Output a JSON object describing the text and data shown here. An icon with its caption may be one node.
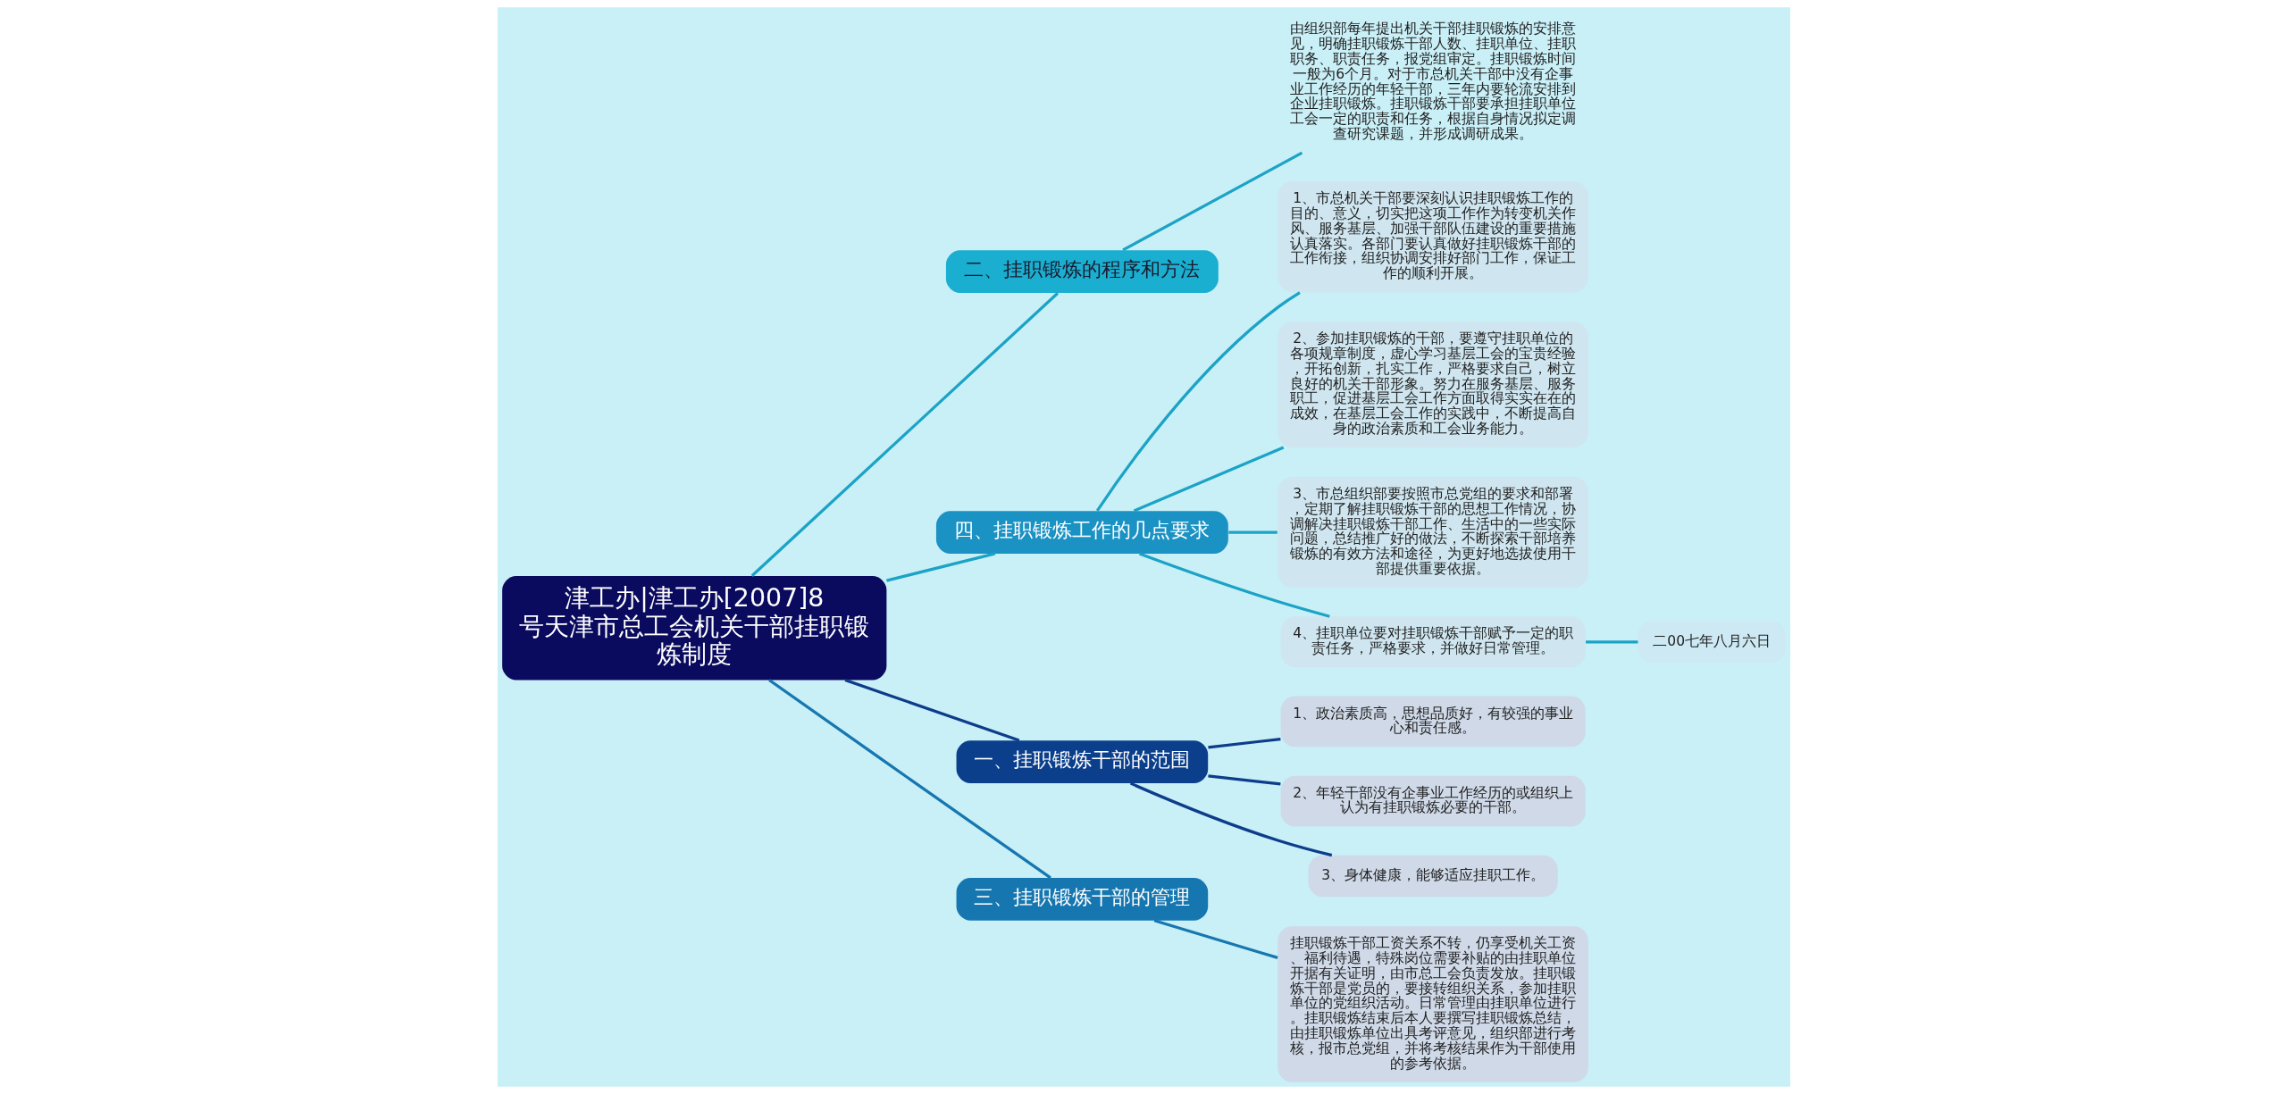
{
  "diagram": {
    "nodes": [
      {
        "text": [
          "津工办|津工办[2007]8号天津市总工会机关干部挂职锻炼制度"
        ]
      },
      {
        "text": [
          "二、挂职锻炼的程序和方法"
        ]
      },
      {
        "text": [
          "由组织部每年提出机关干部挂职锻炼的安排意见，明确挂职锻炼干部人数、挂职单位、挂职职务、职责任务，报党组审定。挂职锻炼时间一般为6个月。对于市总机关干部中没有企事业工作经历的年轻干部，三年内要轮流安排到企业挂职锻炼。挂职锻炼干部要承担挂职单位工会一定的职责和任务，根据自身情况拟定调查研究课题，并形成调研成果。"
        ]
      },
      {
        "text": [
          "四、挂职锻炼工作的几点要求"
        ]
      },
      {
        "text": [
          "1、市总机关干部要深刻认识挂职锻炼工作的目的、意义，切实把这项工作作为转变机关作风、服务基层、加强干部队伍建设的重要措施认真落实。各部门要认真做好挂职锻炼干部的工作衔接，组织协调安排好部门工作，保证工作的顺利开展。"
        ]
      },
      {
        "text": [
          "2、参加挂职锻炼的干部，要遵守挂职单位的各项规章制度，虚心学习基层工会的宝贵经验，开拓创新，扎实工作，严格要求自己，树立良好的机关干部形象。努力在服务基层、服务职工，促进基层工会工作方面取得实实在在的成效，在基层工会工作的实践中，不断提高自身的政治素质和工会业务能力。"
        ]
      },
      {
        "text": [
          "3、市总组织部要按照市总党组的要求和部署，定期了解挂职锻炼干部的思想工作情况，协调解决挂职锻炼干部工作、生活中的一些实际问题，总结推广好的做法，不断探索干部培养锻炼的有效方法和途径，为更好地选拔使用干部提供重要依据。"
        ]
      },
      {
        "text": [
          "4、挂职单位要对挂职锻炼干部赋予一定的职责任务，严格要求，并做好日常管理。"
        ]
      },
      {
        "text": [
          "二00七年八月六日"
        ]
      },
      {
        "text": [
          "一、挂职锻炼干部的范围"
        ]
      },
      {
        "text": [
          "1、政治素质高，思想品质好，有较强的事业心和责任感。"
        ]
      },
      {
        "text": [
          "2、年轻干部没有企事业工作经历的或组织上认为有挂职锻炼必要的干部。"
        ]
      },
      {
        "text": [
          "3、身体健康，能够适应挂职工作。"
        ]
      },
      {
        "text": [
          "三、挂职锻炼干部的管理"
        ]
      },
      {
        "text": [
          "挂职锻炼干部工资关系不转，仍享受机关工资、福利待遇，特殊岗位需要补贴的由挂职单位开据有关证明，由市总工会负责发放。挂职锻炼干部是党员的，要接转组织关系，参加挂职单位的党组织活动。日常管理由挂职单位进行。挂职锻炼结束后本人要撰写挂职锻炼总结，由挂职锻炼单位出具考评意见，组织部进行考核，报市总党组，并将考核结果作为干部使用的参考依据。"
        ]
      }
    ],
    "edges": [
      {
        "from": 0,
        "to": 1,
        "arrow": "none"
      },
      {
        "from": 1,
        "to": 2,
        "arrow": "none"
      },
      {
        "from": 0,
        "to": 3,
        "arrow": "none"
      },
      {
        "from": 3,
        "to": 4,
        "arrow": "none"
      },
      {
        "from": 3,
        "to": 5,
        "arrow": "none"
      },
      {
        "from": 3,
        "to": 6,
        "arrow": "none"
      },
      {
        "from": 3,
        "to": 7,
        "arrow": "none"
      },
      {
        "from": 7,
        "to": 8,
        "arrow": "none"
      },
      {
        "from": 0,
        "to": 9,
        "arrow": "none",
        "color": "#0d3d8a"
      },
      {
        "from": 9,
        "to": 10,
        "arrow": "none",
        "color": "#0d3d8a"
      },
      {
        "from": 9,
        "to": 11,
        "arrow": "none",
        "color": "#0d3d8a"
      },
      {
        "from": 9,
        "to": 12,
        "arrow": "none",
        "color": "#0d3d8a"
      },
      {
        "from": 0,
        "to": 13,
        "arrow": "none",
        "color": "#1677b0"
      },
      {
        "from": 13,
        "to": 14,
        "arrow": "none",
        "color": "#1677b0"
      }
    ]
  }
}
